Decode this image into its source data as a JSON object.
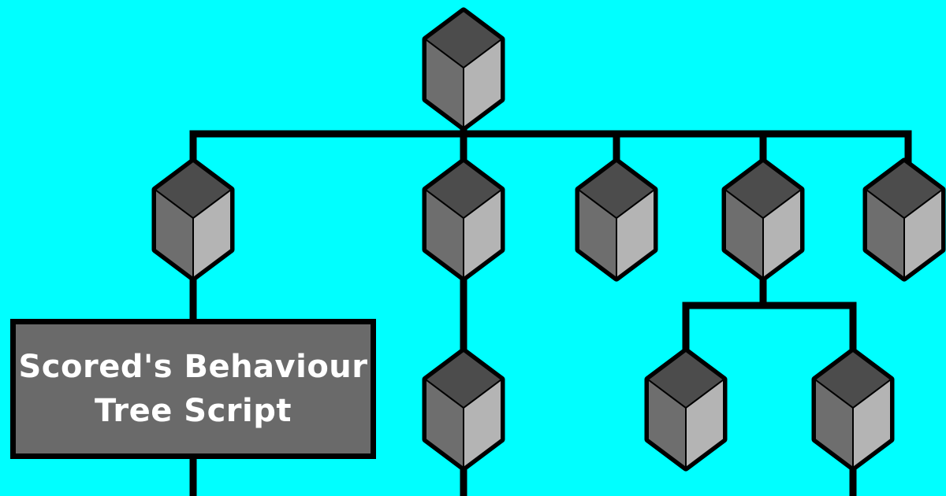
{
  "colors": {
    "background": "#00ffff",
    "stroke": "#000000",
    "cube_top": "#4c4c4c",
    "cube_left": "#6e6e6e",
    "cube_right": "#b4b4b4",
    "title_box": "#6a6a6a",
    "title_text": "#ffffff"
  },
  "icon": "cube-icon",
  "title": {
    "line1": "Scored's Behaviour",
    "line2": "Tree Script"
  },
  "tree": {
    "node_count": 9,
    "root": "root",
    "edges": [
      [
        "root",
        "child-1"
      ],
      [
        "root",
        "child-2"
      ],
      [
        "root",
        "child-3"
      ],
      [
        "root",
        "child-4"
      ],
      [
        "root",
        "child-5"
      ],
      [
        "child-2",
        "grandchild-2a"
      ],
      [
        "child-4",
        "grandchild-4a"
      ],
      [
        "child-4",
        "grandchild-4b"
      ]
    ]
  }
}
